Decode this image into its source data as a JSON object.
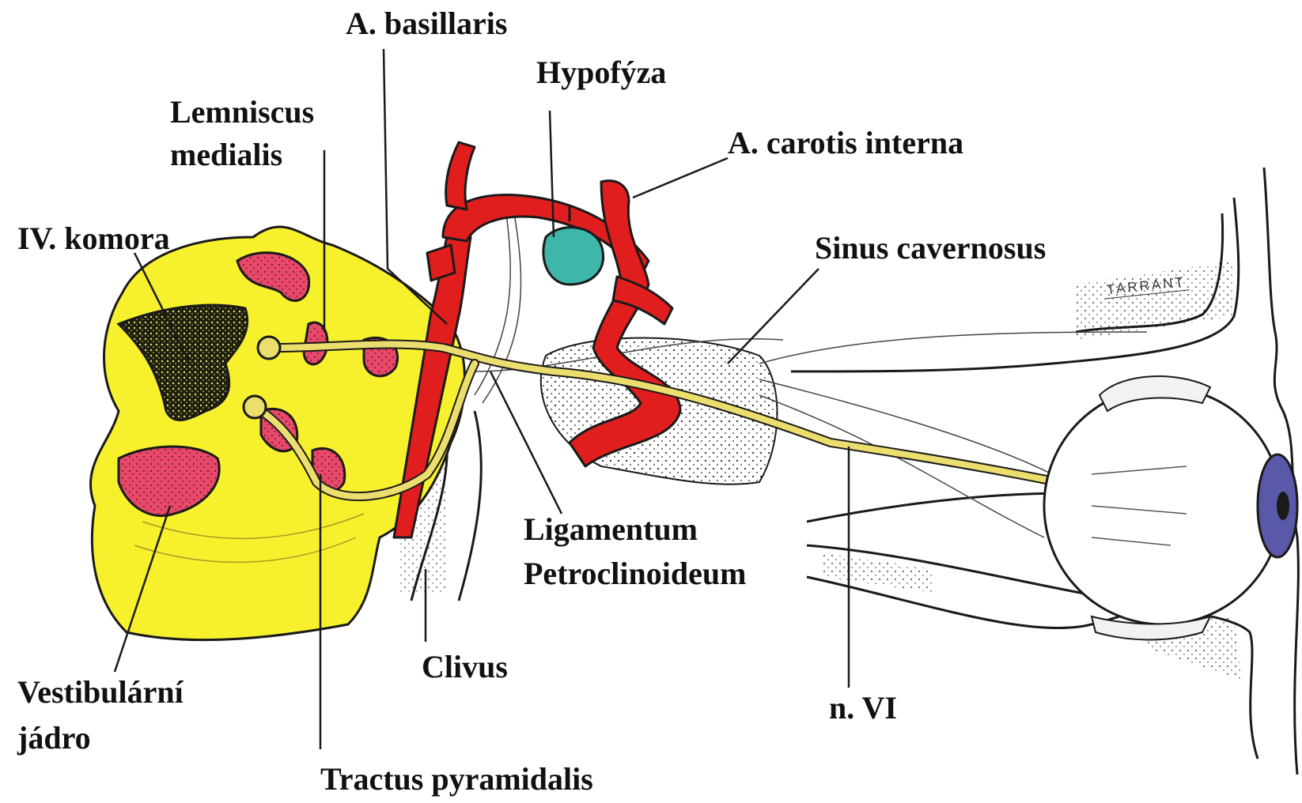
{
  "figure": {
    "colors": {
      "brainstem": "#f7f12d",
      "nuclei": "#e8486a",
      "ventricle": "#1f1f10",
      "artery": "#e01e1e",
      "nerve": "#ecde6e",
      "hypophysis": "#3fb6aa",
      "iris": "#5a58a8",
      "outline": "#1a1a1a"
    },
    "labels": {
      "basilaris": "A. basillaris",
      "hypofyza": "Hypofýza",
      "lemniscus_1": "Lemniscus",
      "lemniscus_2": "medialis",
      "carotis": "A. carotis interna",
      "komora": "IV. komora",
      "cavernosus": "Sinus cavernosus",
      "ligamentum_1": "Ligamentum",
      "ligamentum_2": "Petroclinoideum",
      "clivus": "Clivus",
      "vestibularni_1": "Vestibulární",
      "vestibularni_2": "jádro",
      "nvi": "n. VI",
      "tractus": "Tractus pyramidalis"
    },
    "signature": "TARRANT"
  }
}
